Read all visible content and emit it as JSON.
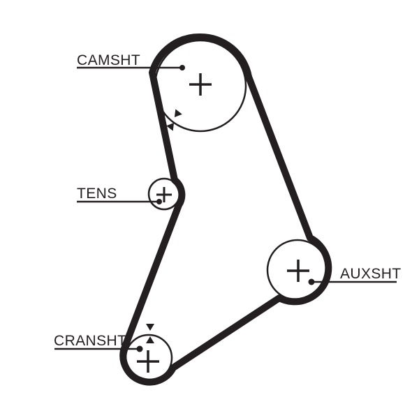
{
  "diagram": {
    "type": "timing-belt-routing-diagram",
    "labels": {
      "camshaft": "CAMSHT",
      "tensioner": "TENS",
      "crankshaft": "CRANSHT",
      "auxiliary_shaft": "AUXSHT"
    },
    "icons": {
      "pulley_center_marks": "crosshair-icon",
      "timing_marks": "facing-triangle-arrows-icon"
    },
    "colors": {
      "ink": "#231f20",
      "background": "#ffffff"
    }
  }
}
